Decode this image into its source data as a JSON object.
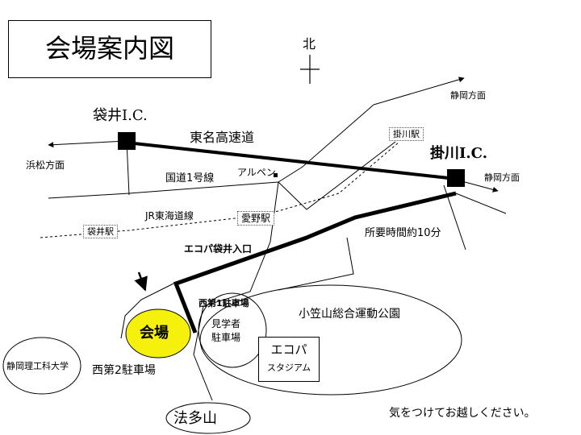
{
  "title": "会場案内図",
  "north": "北",
  "interchanges": {
    "fukuroi": "袋井I.C.",
    "kakegawa": "掛川I.C."
  },
  "roads": {
    "tomei": "東名高速道",
    "route1": "国道1号線",
    "jr": "JR東海道線"
  },
  "directions": {
    "hamamatsu": "浜松方面",
    "shizuoka_north": "静岡方面",
    "shizuoka_east": "静岡方面"
  },
  "stations": {
    "kakegawa": "掛川駅",
    "aino": "愛野駅",
    "fukuroi": "袋井駅"
  },
  "landmarks": {
    "arupen": "アルペン",
    "ecopa_entrance": "エコパ袋井入口",
    "travel_time": "所要時間約10分",
    "west1_parking": "西第1駐車場",
    "observer_parking_1": "見学者",
    "observer_parking_2": "駐車場",
    "park": "小笠山総合運動公園",
    "venue": "会場",
    "university": "静岡理工科大学",
    "west2_parking": "西第2駐車場",
    "stadium_1": "エコパ",
    "stadium_2": "スタジアム",
    "hattasan": "法多山"
  },
  "footer_note": "気をつけてお越しください。",
  "colors": {
    "venue_fill": "#f5f00c",
    "line": "#000000"
  }
}
